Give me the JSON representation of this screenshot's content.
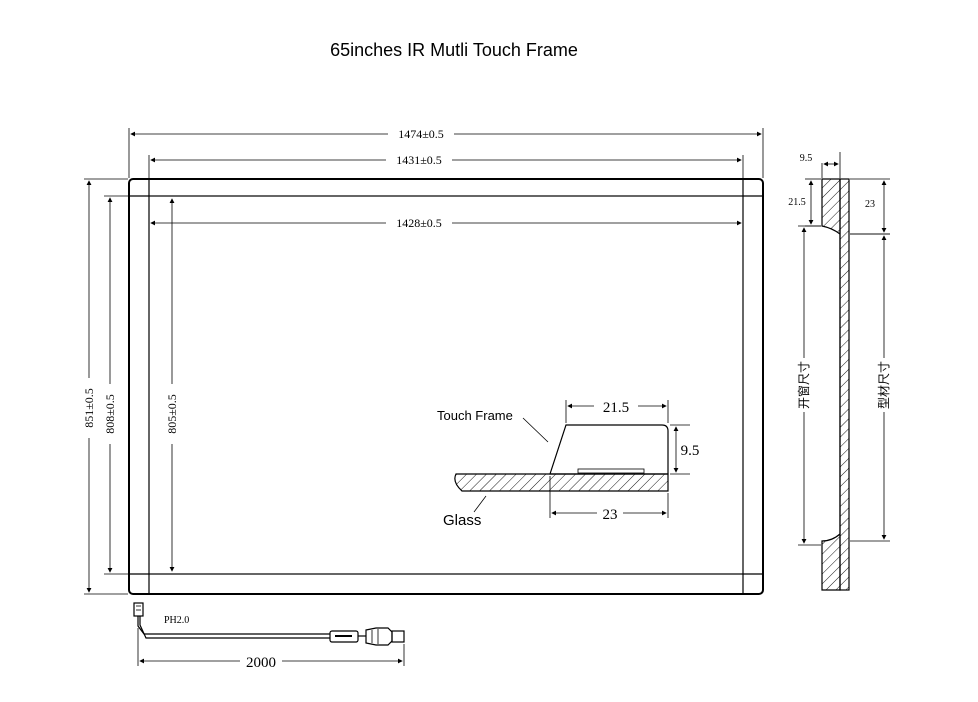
{
  "title": "65inches IR Mutli Touch Frame",
  "dimensions": {
    "outer_width": "1474±0.5",
    "window_width": "1431±0.5",
    "active_width": "1428±0.5",
    "outer_height": "851±0.5",
    "window_height": "808±0.5",
    "active_height": "805±0.5",
    "cable_length": "2000",
    "connector": "PH2.0"
  },
  "side_view": {
    "top_width": "9.5",
    "left_depth": "21.5",
    "right_depth": "23",
    "left_label": "开窗尺寸",
    "right_label": "型材尺寸"
  },
  "detail": {
    "frame_label": "Touch Frame",
    "glass_label": "Glass",
    "top_dim": "21.5",
    "height_dim": "9.5",
    "bottom_dim": "23"
  }
}
